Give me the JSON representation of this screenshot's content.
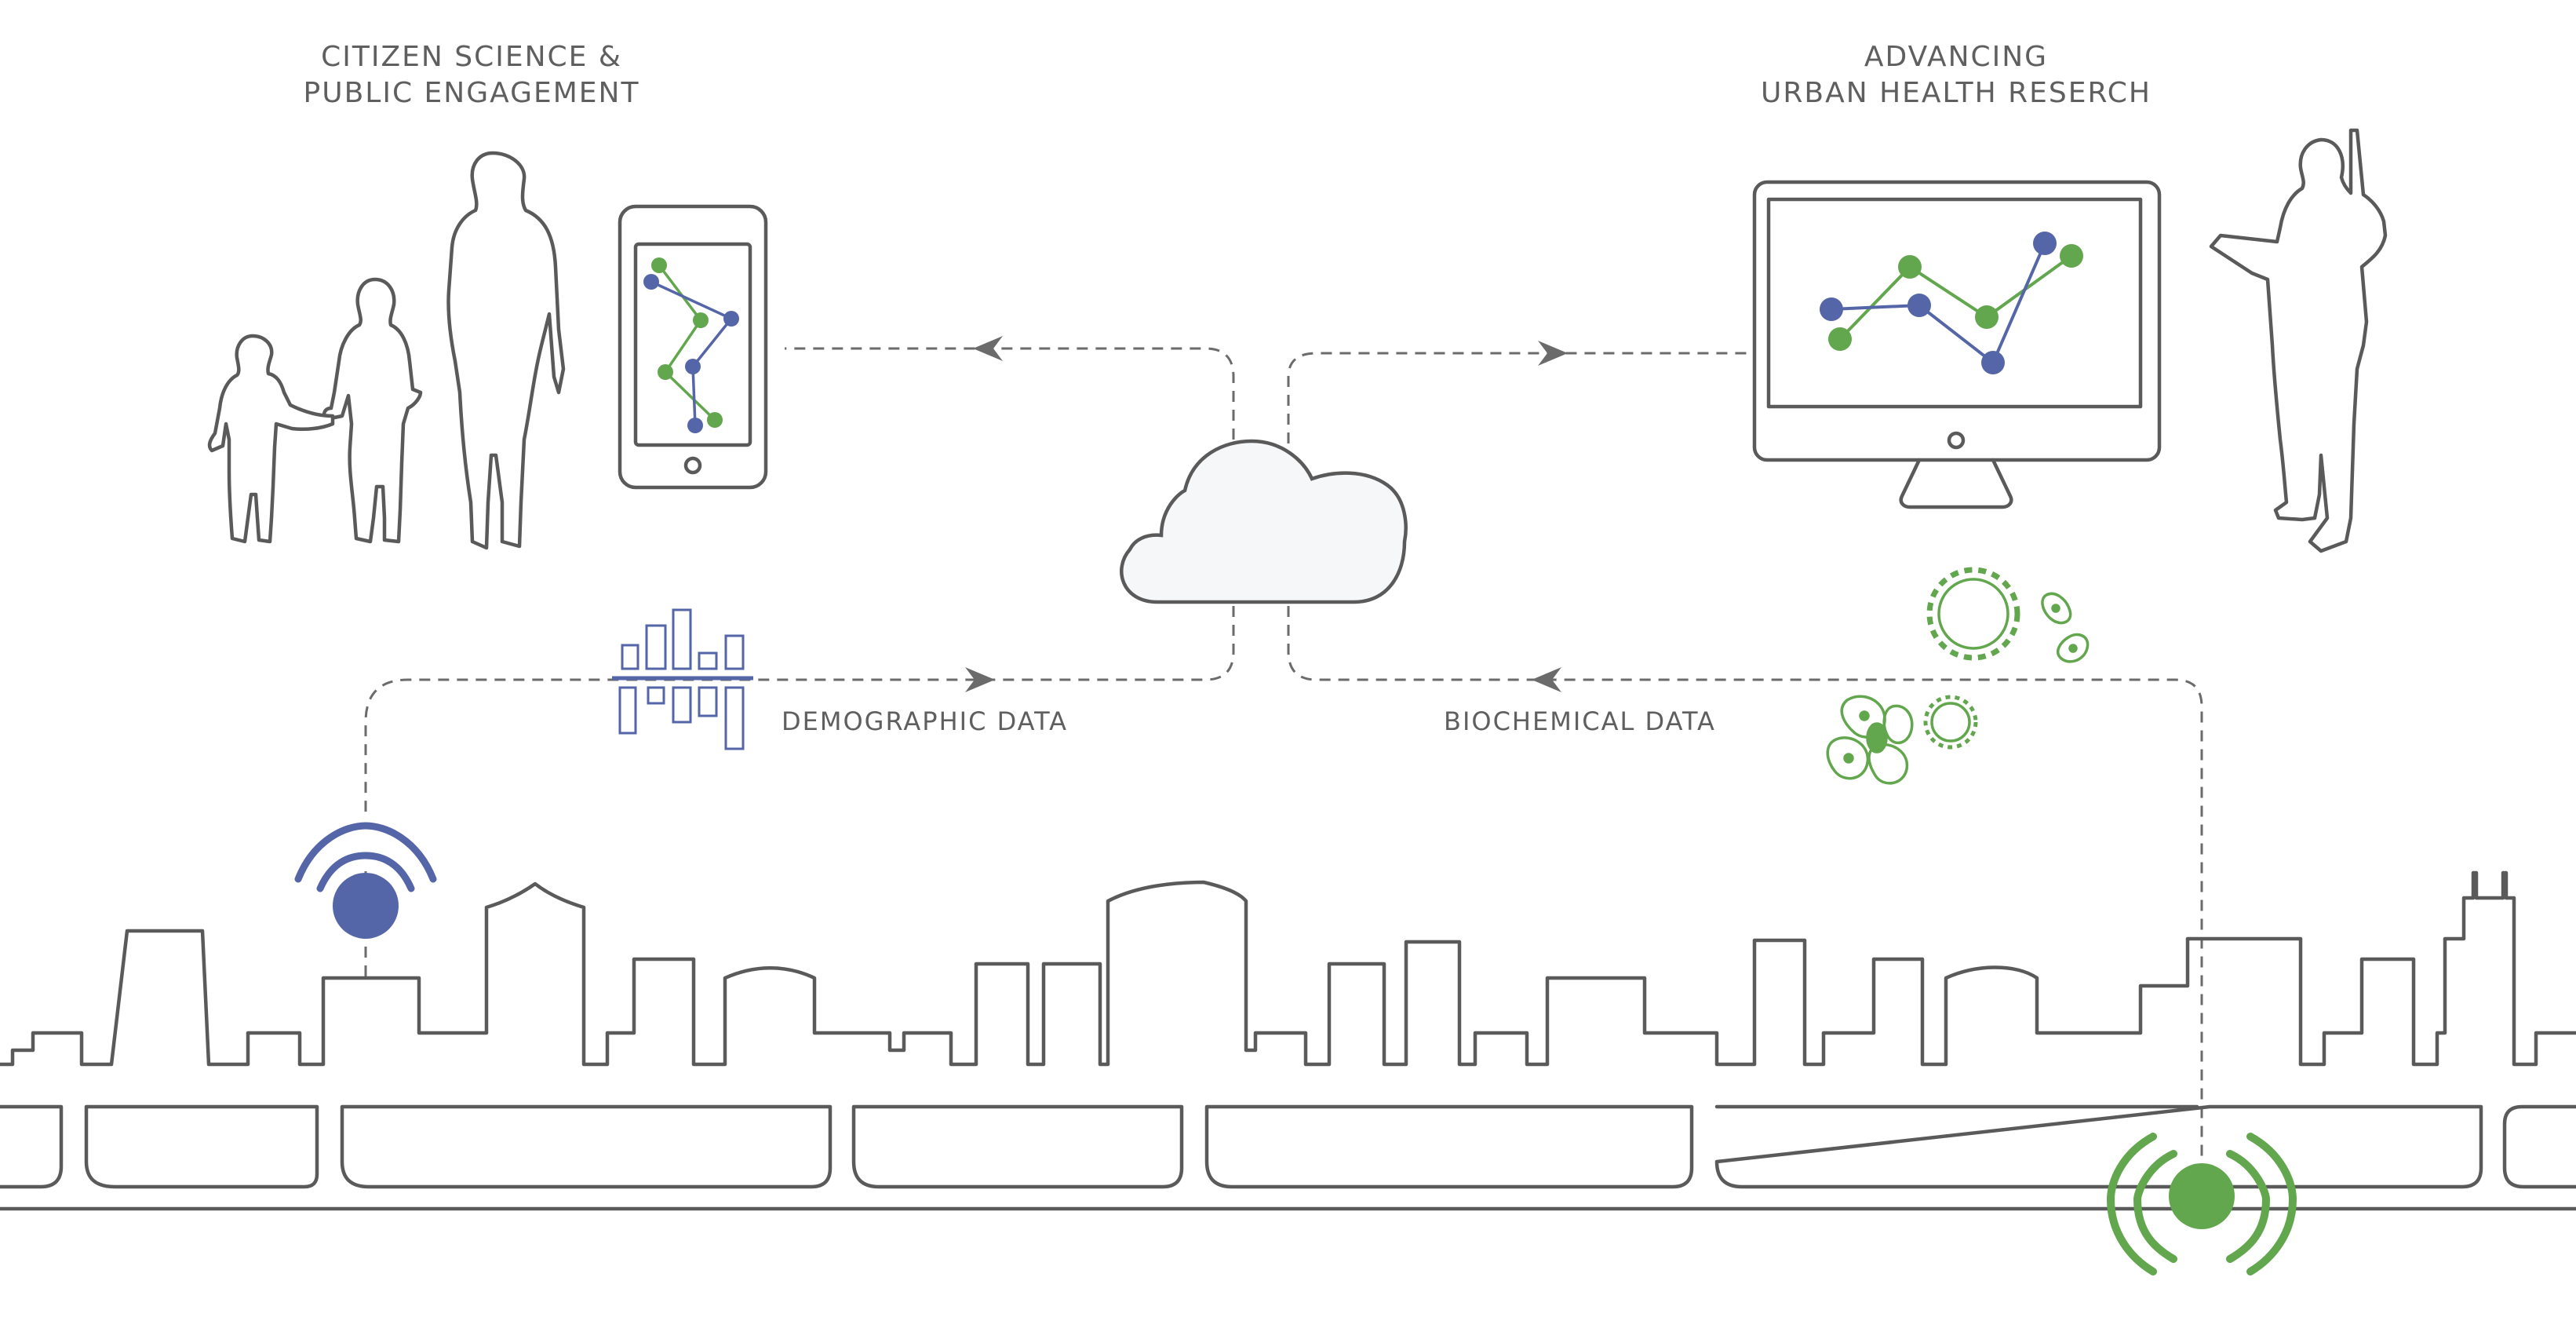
{
  "labels": {
    "citizen_line1": "CITIZEN SCIENCE &",
    "citizen_line2": "PUBLIC ENGAGEMENT",
    "research_line1": "ADVANCING",
    "research_line2": "URBAN HEALTH RESERCH",
    "demographic": "DEMOGRAPHIC DATA",
    "biochemical": "BIOCHEMICAL DATA"
  },
  "colors": {
    "blue": "#5566a8",
    "green": "#62a64d",
    "outline": "#5a5a5a",
    "cloud_fill": "#f6f7f9"
  },
  "icons": {
    "family": "family-silhouette-icon",
    "phone": "smartphone-icon",
    "cloud": "cloud-icon",
    "monitor": "monitor-icon",
    "researcher": "researcher-silhouette-icon",
    "demographic_bars": "bar-chart-icon",
    "microbes": "microbe-icon",
    "blue_sensor": "wireless-sensor-icon",
    "green_sensor": "wireless-sensor-icon",
    "skyline": "city-skyline-icon",
    "pipeline": "sewer-pipe-icon"
  }
}
